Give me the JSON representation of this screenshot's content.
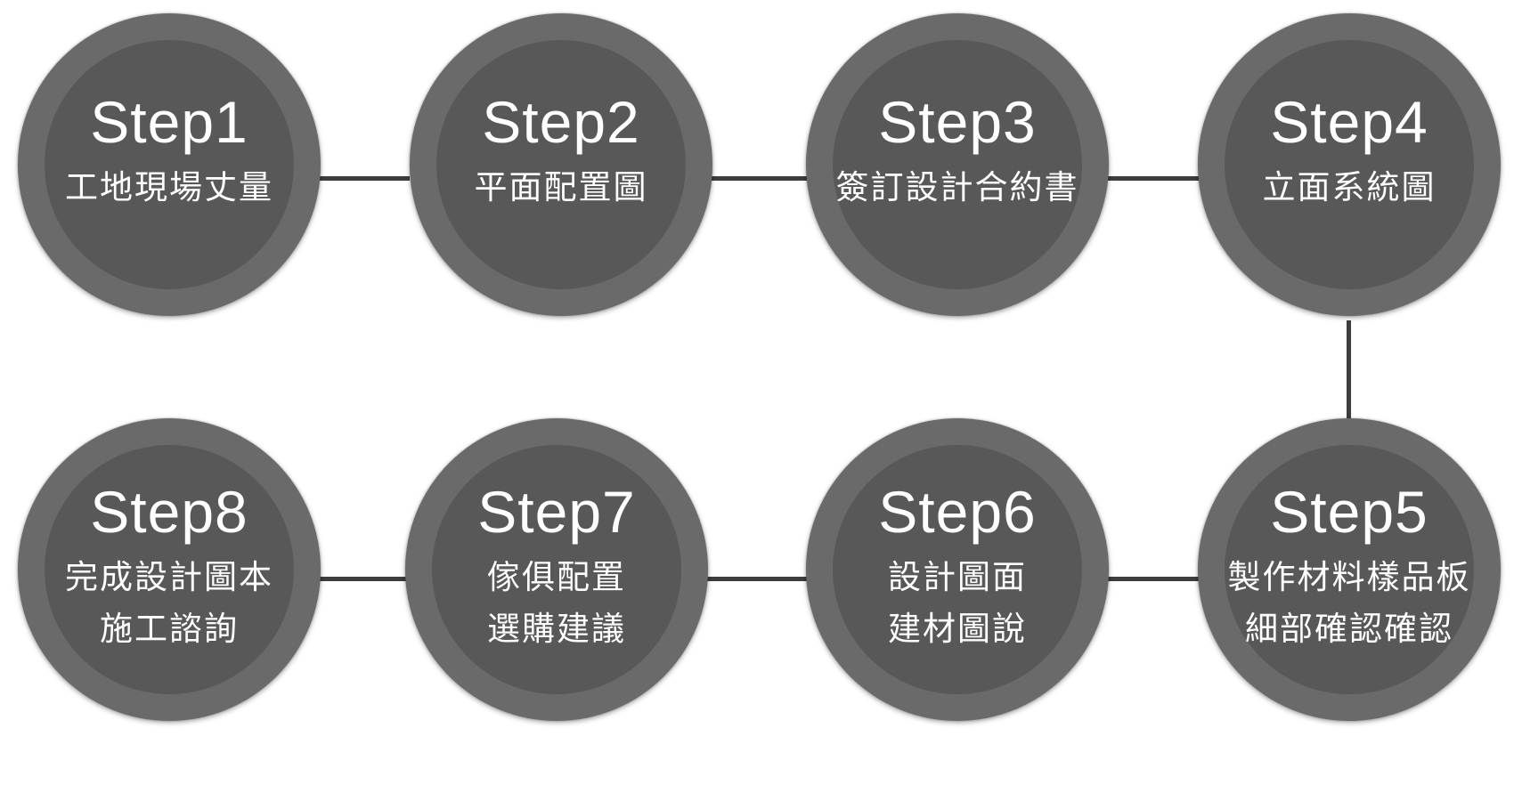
{
  "diagram": {
    "steps": [
      {
        "id": 1,
        "title": "Step1",
        "lines": [
          "工地現場丈量"
        ]
      },
      {
        "id": 2,
        "title": "Step2",
        "lines": [
          "平面配置圖"
        ]
      },
      {
        "id": 3,
        "title": "Step3",
        "lines": [
          "簽訂設計合約書"
        ]
      },
      {
        "id": 4,
        "title": "Step4",
        "lines": [
          "立面系統圖"
        ]
      },
      {
        "id": 5,
        "title": "Step5",
        "lines": [
          "製作材料樣品板",
          "細部確認確認"
        ]
      },
      {
        "id": 6,
        "title": "Step6",
        "lines": [
          "設計圖面",
          "建材圖說"
        ]
      },
      {
        "id": 7,
        "title": "Step7",
        "lines": [
          "傢俱配置",
          "選購建議"
        ]
      },
      {
        "id": 8,
        "title": "Step8",
        "lines": [
          "完成設計圖本",
          "施工諮詢"
        ]
      }
    ],
    "colors": {
      "outer_ring": "#6a6a6a",
      "inner_disc": "#585858",
      "connector": "#3d3d3d",
      "text": "#ffffff",
      "background": "#ffffff"
    }
  }
}
